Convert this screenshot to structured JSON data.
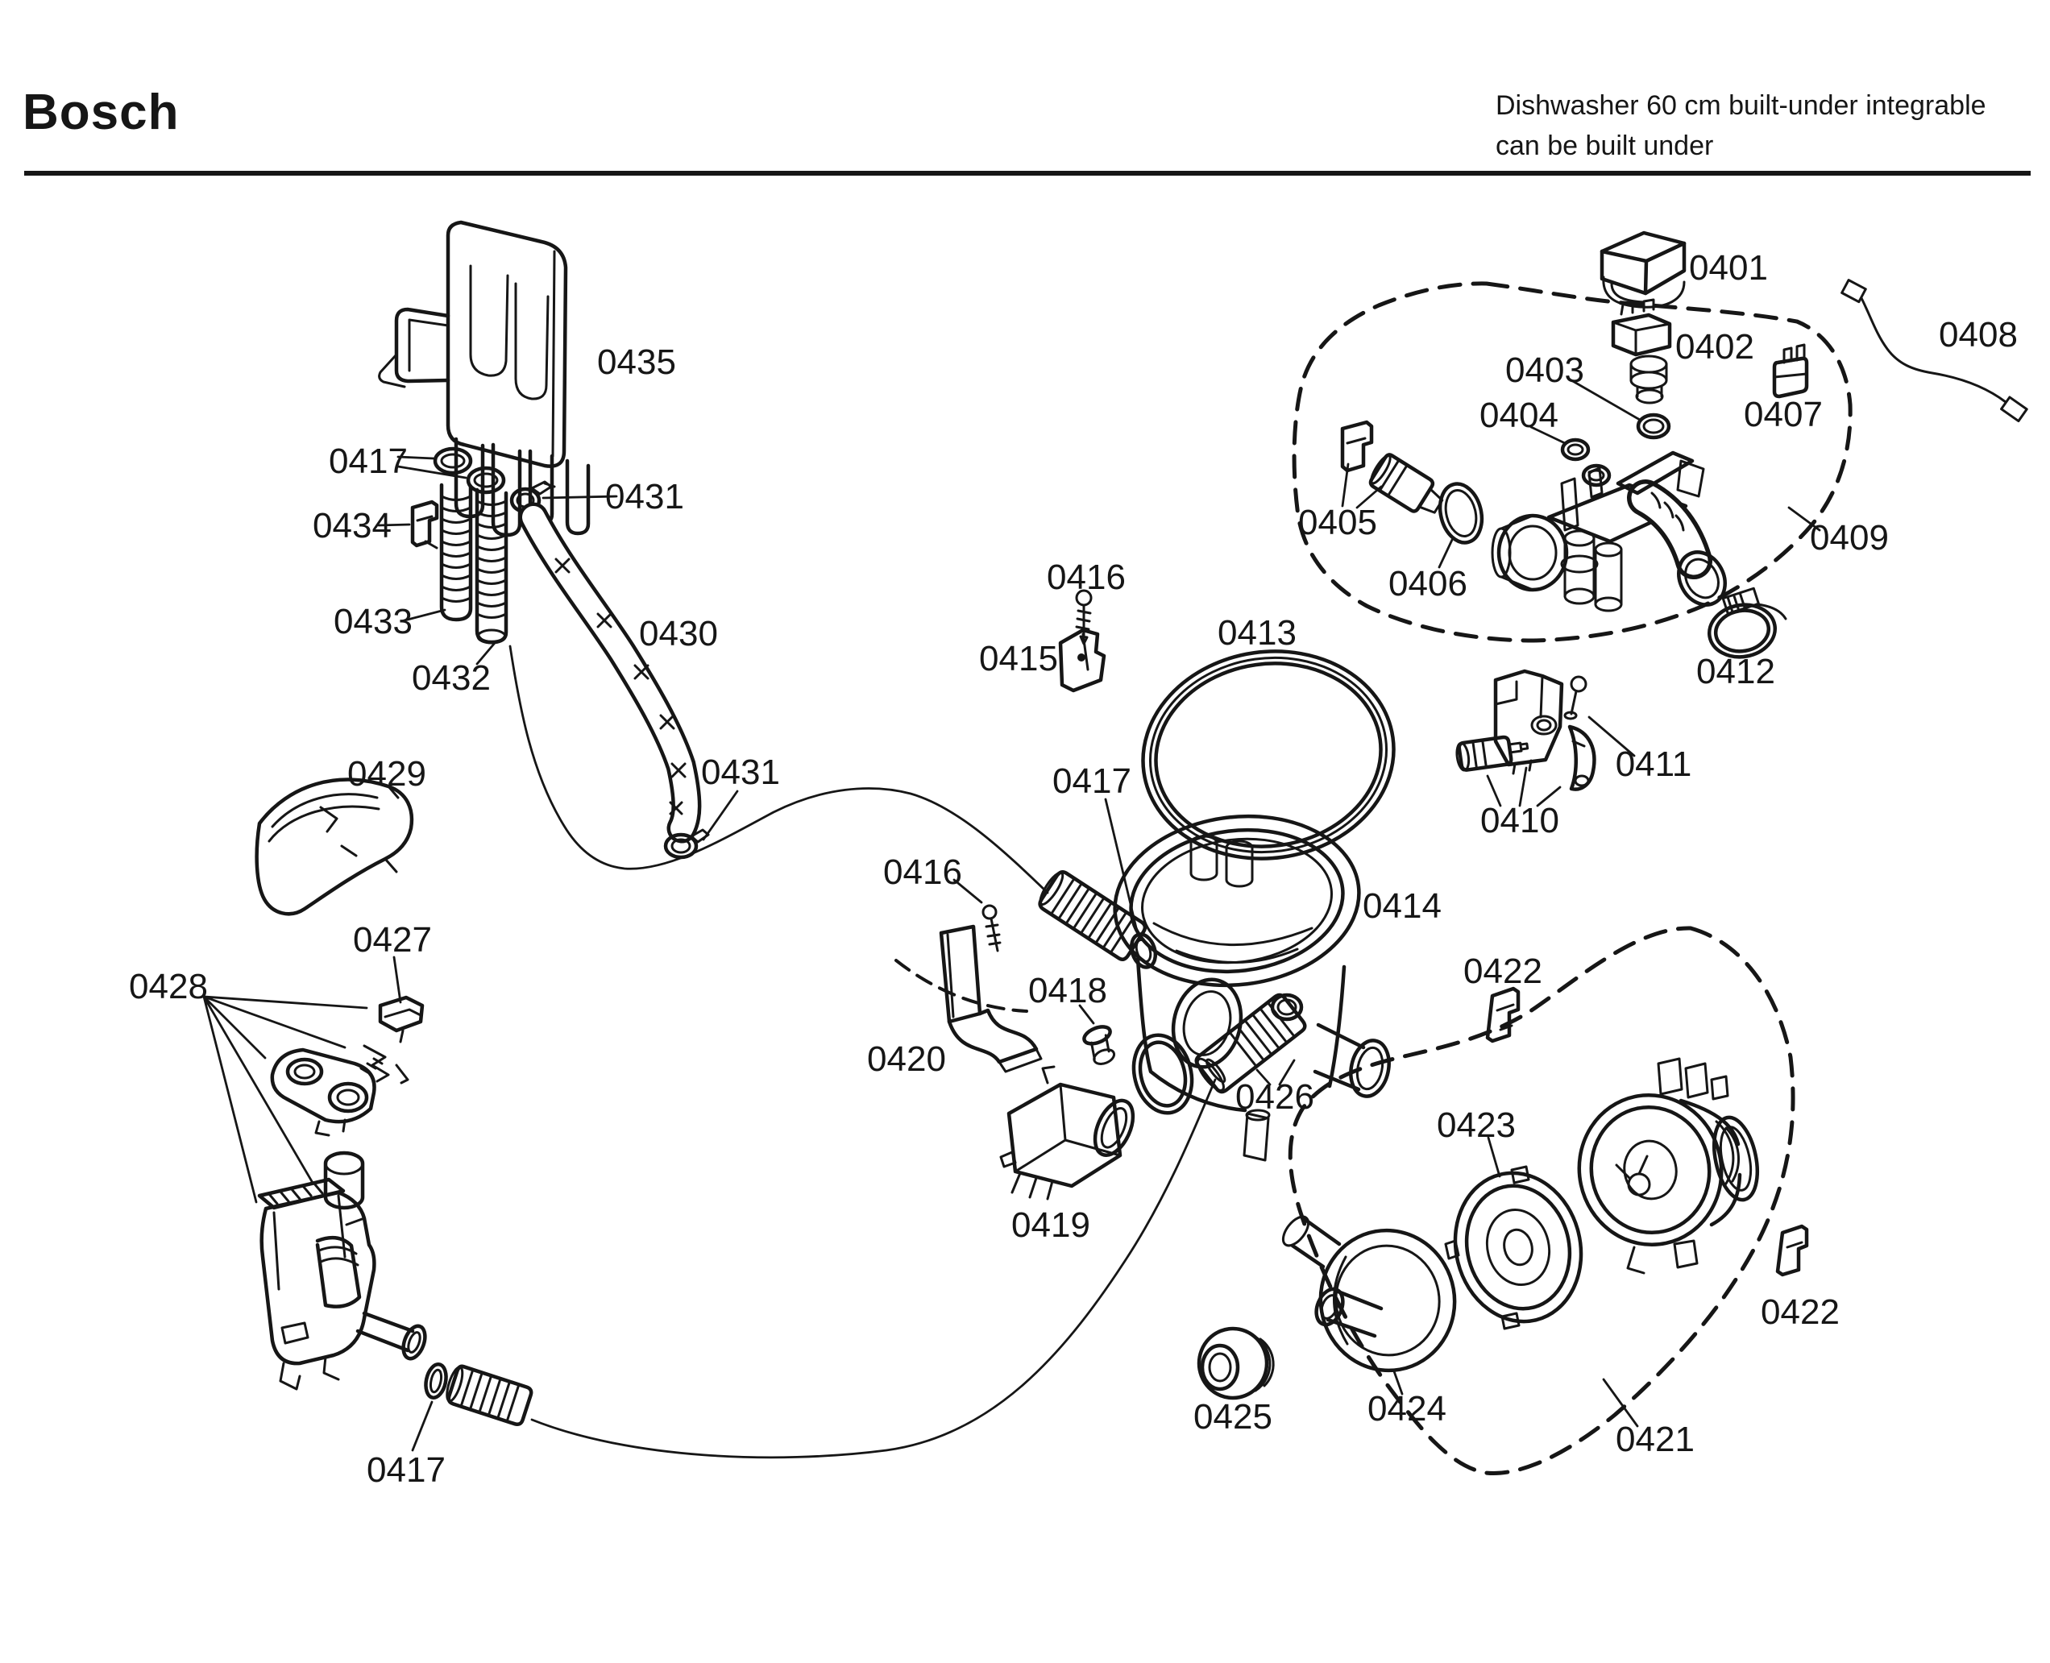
{
  "header": {
    "brand": "Bosch",
    "description_line1": "Dishwasher 60 cm built-under integrable",
    "description_line2": "can be built under"
  },
  "diagram": {
    "type": "exploded-parts-diagram",
    "callouts": [
      {
        "id": "0401",
        "label": "0401"
      },
      {
        "id": "0402",
        "label": "0402"
      },
      {
        "id": "0403",
        "label": "0403"
      },
      {
        "id": "0404",
        "label": "0404"
      },
      {
        "id": "0405",
        "label": "0405"
      },
      {
        "id": "0406",
        "label": "0406"
      },
      {
        "id": "0407",
        "label": "0407"
      },
      {
        "id": "0408",
        "label": "0408"
      },
      {
        "id": "0409",
        "label": "0409"
      },
      {
        "id": "0410",
        "label": "0410"
      },
      {
        "id": "0411",
        "label": "0411"
      },
      {
        "id": "0412",
        "label": "0412"
      },
      {
        "id": "0413",
        "label": "0413"
      },
      {
        "id": "0414",
        "label": "0414"
      },
      {
        "id": "0415",
        "label": "0415"
      },
      {
        "id": "0416-upper",
        "label": "0416"
      },
      {
        "id": "0416-lower",
        "label": "0416"
      },
      {
        "id": "0417-rings",
        "label": "0417"
      },
      {
        "id": "0417-seal",
        "label": "0417"
      },
      {
        "id": "0417-valve",
        "label": "0417"
      },
      {
        "id": "0418",
        "label": "0418"
      },
      {
        "id": "0419",
        "label": "0419"
      },
      {
        "id": "0420",
        "label": "0420"
      },
      {
        "id": "0421",
        "label": "0421"
      },
      {
        "id": "0422-upper",
        "label": "0422"
      },
      {
        "id": "0422-lower",
        "label": "0422"
      },
      {
        "id": "0423",
        "label": "0423"
      },
      {
        "id": "0424",
        "label": "0424"
      },
      {
        "id": "0425",
        "label": "0425"
      },
      {
        "id": "0426",
        "label": "0426"
      },
      {
        "id": "0427",
        "label": "0427"
      },
      {
        "id": "0428",
        "label": "0428"
      },
      {
        "id": "0429",
        "label": "0429"
      },
      {
        "id": "0430",
        "label": "0430"
      },
      {
        "id": "0431-top",
        "label": "0431"
      },
      {
        "id": "0431-end",
        "label": "0431"
      },
      {
        "id": "0432",
        "label": "0432"
      },
      {
        "id": "0433",
        "label": "0433"
      },
      {
        "id": "0434",
        "label": "0434"
      },
      {
        "id": "0435",
        "label": "0435"
      }
    ],
    "colors": {
      "ink": "#161616",
      "background": "#ffffff"
    }
  }
}
